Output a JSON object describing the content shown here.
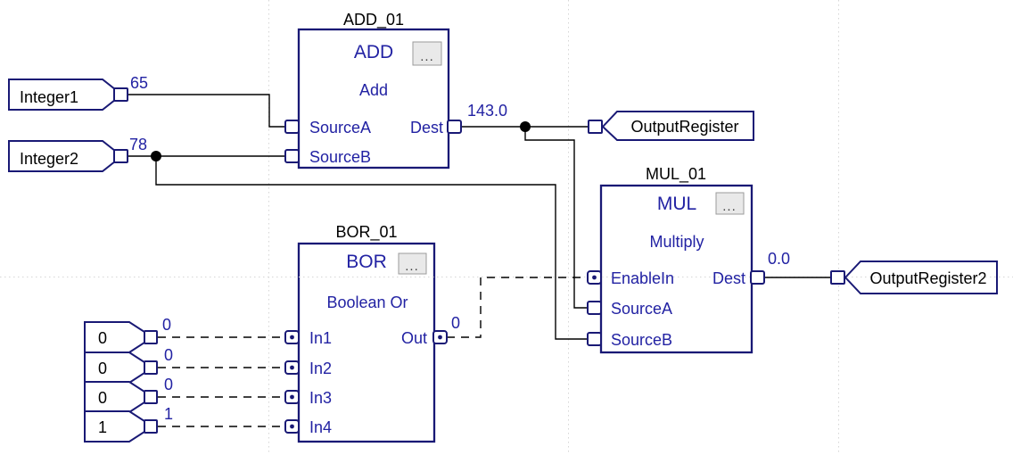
{
  "colors": {
    "accent_navy": "#191975",
    "text_blue": "#2222a3",
    "wire_black": "#000000",
    "grid_gray": "#d6d6d6",
    "button_gray": "#e9e9e9"
  },
  "blocks": {
    "add": {
      "title": "ADD_01",
      "opcode": "ADD",
      "button": "...",
      "description": "Add",
      "pin_source_a": "SourceA",
      "pin_source_b": "SourceB",
      "pin_dest": "Dest",
      "dest_value": "143.0"
    },
    "mul": {
      "title": "MUL_01",
      "opcode": "MUL",
      "button": "...",
      "description": "Multiply",
      "pin_enable_in": "EnableIn",
      "pin_source_a": "SourceA",
      "pin_source_b": "SourceB",
      "pin_dest": "Dest",
      "dest_value": "0.0"
    },
    "bor": {
      "title": "BOR_01",
      "opcode": "BOR",
      "button": "...",
      "description": "Boolean Or",
      "pin_in1": "In1",
      "pin_in2": "In2",
      "pin_in3": "In3",
      "pin_in4": "In4",
      "pin_out": "Out",
      "out_value": "0"
    }
  },
  "input_refs": {
    "integer1": {
      "name": "Integer1",
      "value": "65"
    },
    "integer2": {
      "name": "Integer2",
      "value": "78"
    }
  },
  "output_refs": {
    "output_register": {
      "name": "OutputRegister"
    },
    "output_register2": {
      "name": "OutputRegister2"
    }
  },
  "constants": {
    "c1": {
      "literal": "0",
      "value": "0"
    },
    "c2": {
      "literal": "0",
      "value": "0"
    },
    "c3": {
      "literal": "0",
      "value": "0"
    },
    "c4": {
      "literal": "1",
      "value": "1"
    }
  }
}
